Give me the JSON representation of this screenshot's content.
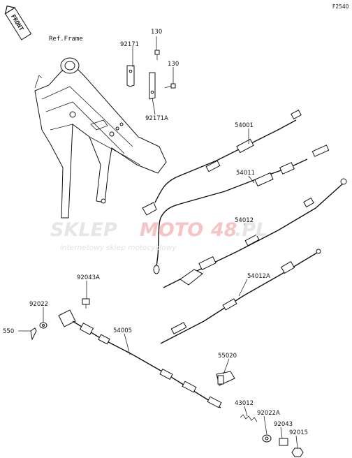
{
  "figure_code": "F2540",
  "front_badge": "FRONT",
  "ref_frame": "Ref.Frame",
  "watermark": {
    "main_1": "SKLEP",
    "main_2": "MOTO",
    "main_3": "48",
    "main_4": ".PL",
    "subtitle": "internetowy sklep motocyklowy"
  },
  "parts": {
    "p130a": "130",
    "p92171": "92171",
    "p130b": "130",
    "p92171A": "92171A",
    "p54001": "54001",
    "p54011": "54011",
    "p54012": "54012",
    "p54012A": "54012A",
    "p92043A": "92043A",
    "p92022": "92022",
    "p550": "550",
    "p54005": "54005",
    "p55020": "55020",
    "p43012": "43012",
    "p92022A": "92022A",
    "p92043": "92043",
    "p92015": "92015"
  },
  "colors": {
    "line": "#111111",
    "watermark_gray": "#e6e6e6",
    "watermark_red": "#f6c4c4"
  }
}
